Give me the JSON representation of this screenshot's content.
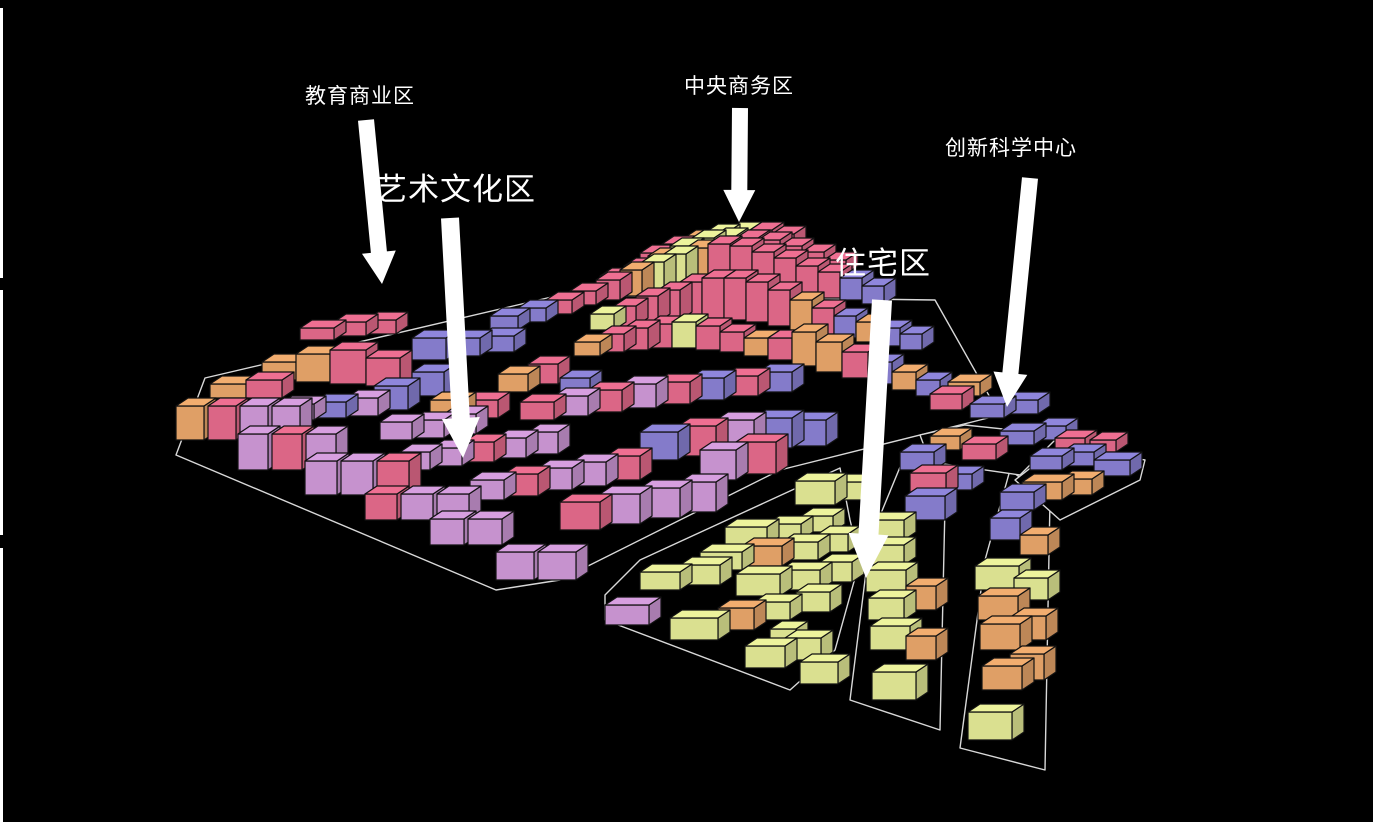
{
  "labels": {
    "education_commercial": "教育商业区",
    "cbd": "中央商务区",
    "innovation_center": "创新科学中心",
    "arts_culture": "艺术文化区",
    "residential": "住宅区"
  },
  "colors": {
    "background": "#000000",
    "arrow": "#ffffff",
    "pink": "#ee6f92",
    "lilac": "#d79fe0",
    "violet": "#8f86dc",
    "orange": "#f2ad6f",
    "yellow": "#edf39c",
    "outline": "#111111"
  }
}
